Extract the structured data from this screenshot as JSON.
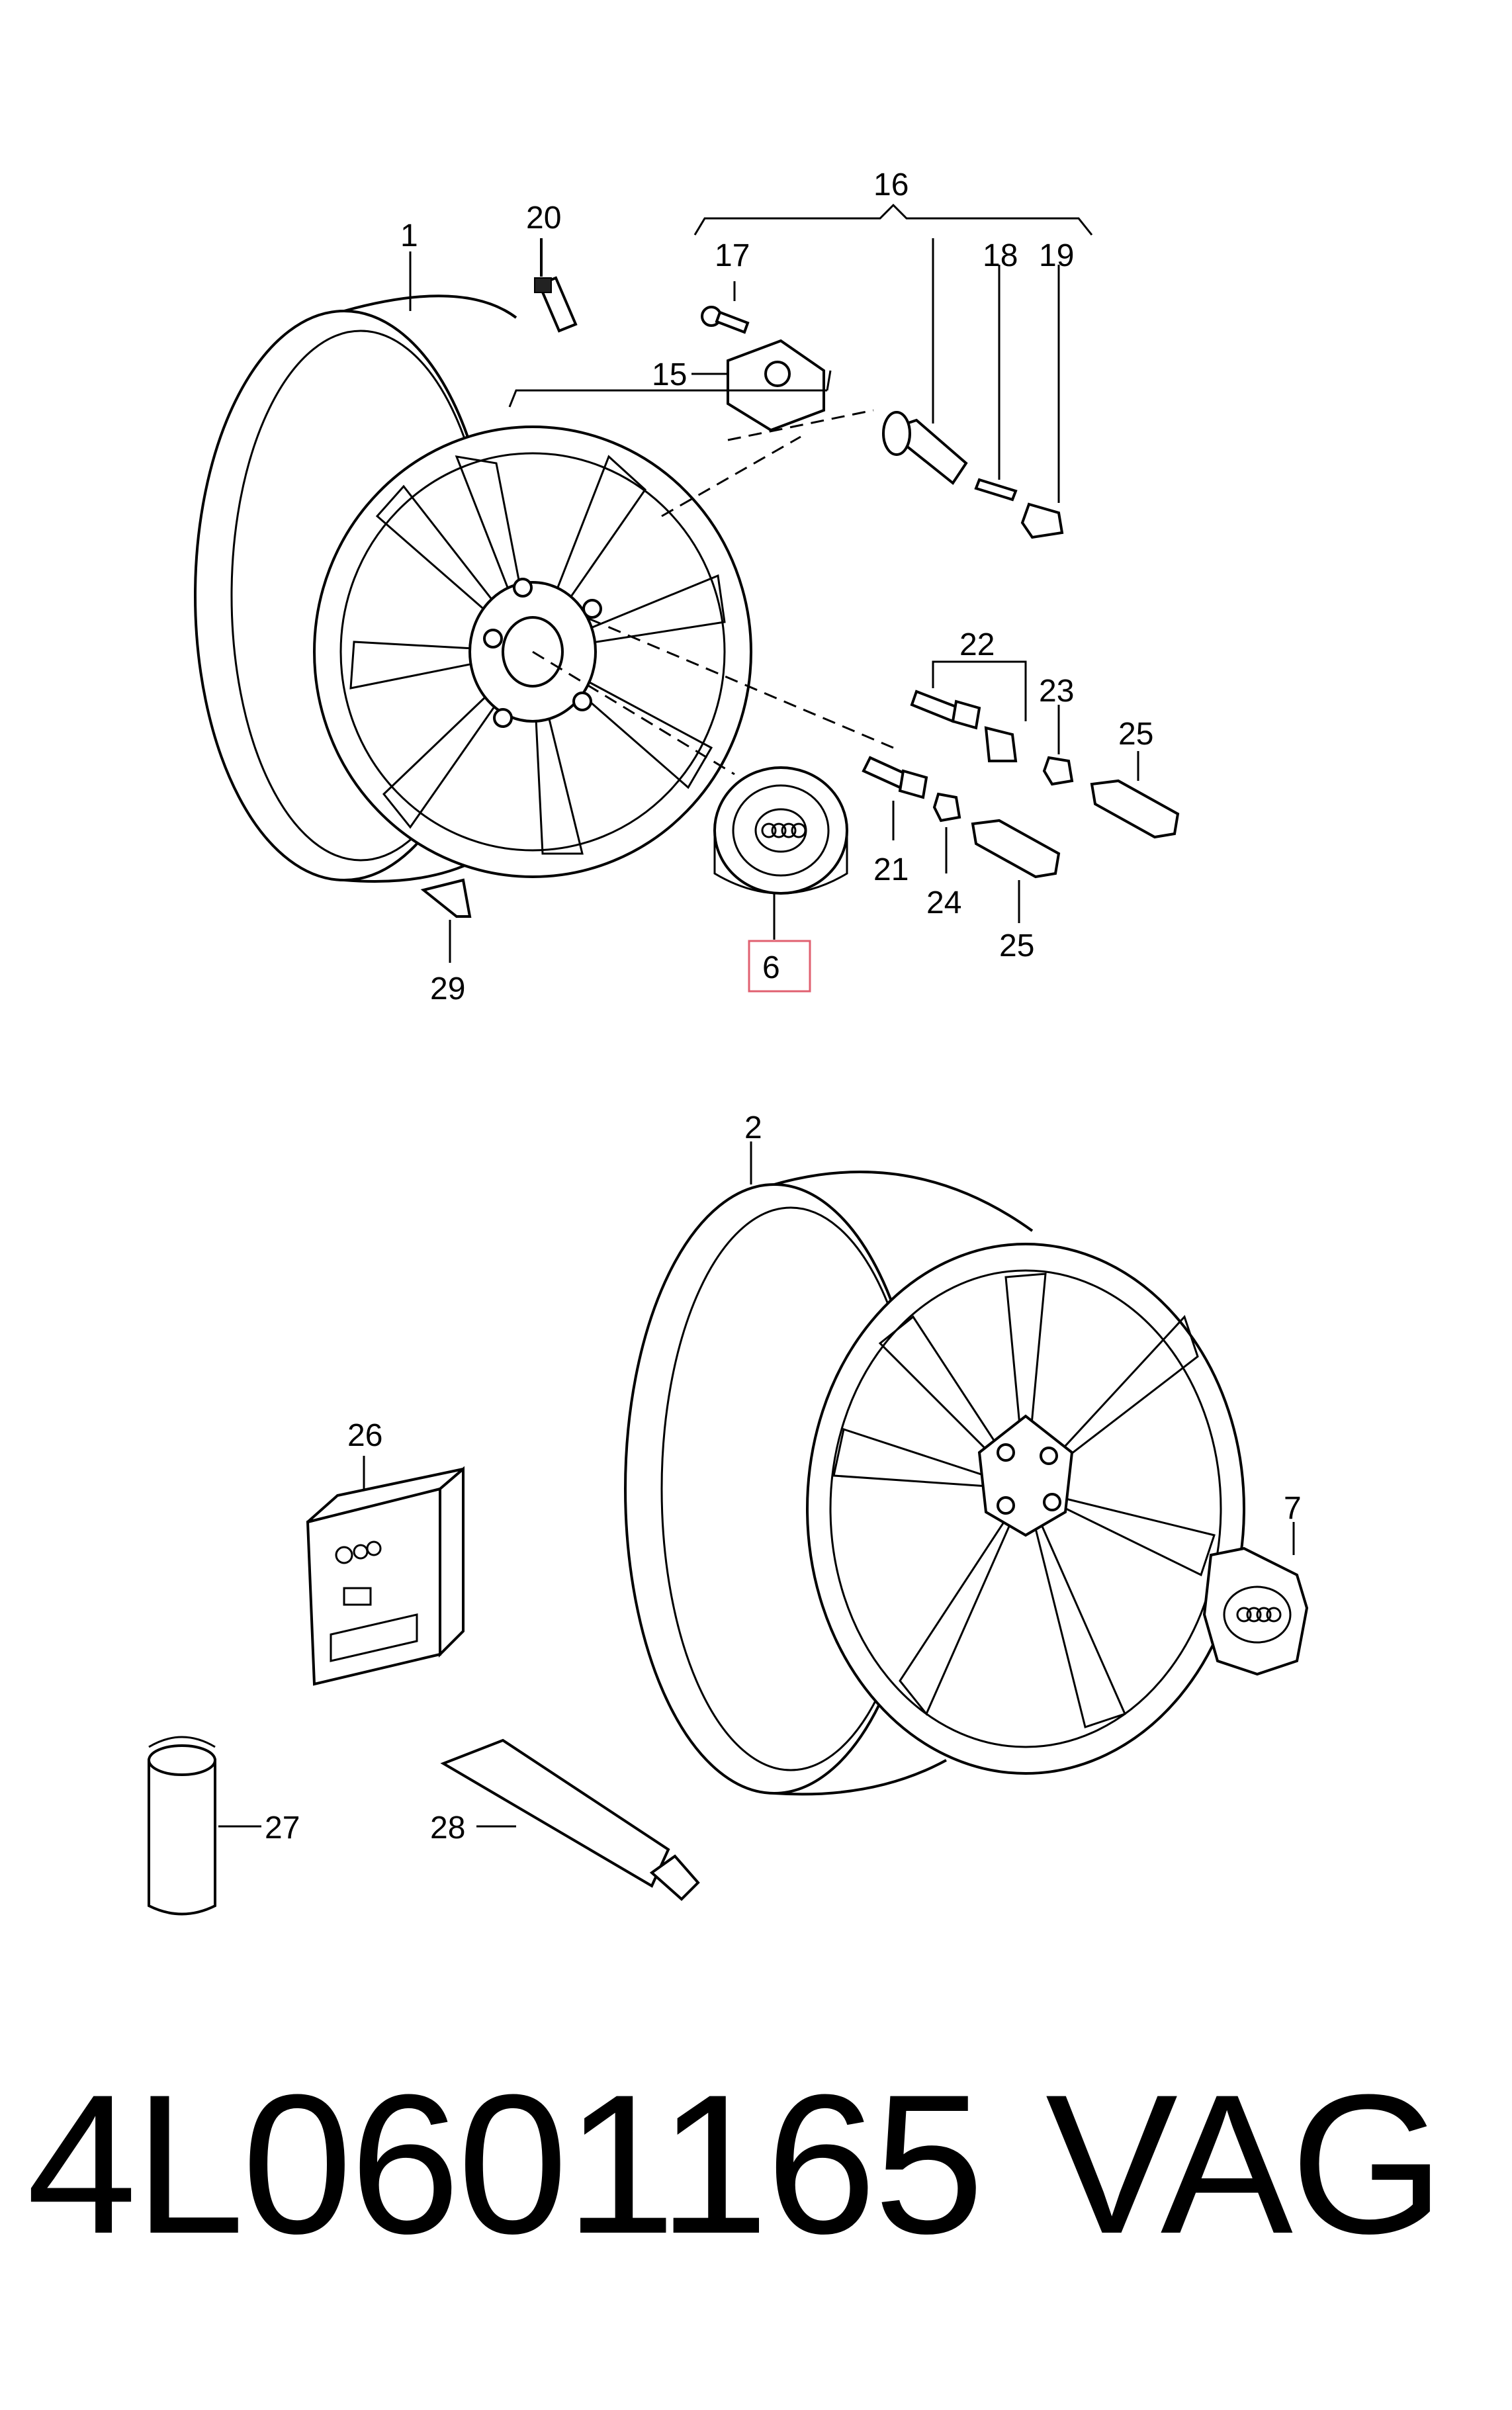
{
  "diagram": {
    "callouts": [
      {
        "id": "1",
        "text": "1"
      },
      {
        "id": "2",
        "text": "2"
      },
      {
        "id": "6",
        "text": "6",
        "highlight": true
      },
      {
        "id": "7",
        "text": "7"
      },
      {
        "id": "15",
        "text": "15"
      },
      {
        "id": "16",
        "text": "16"
      },
      {
        "id": "17",
        "text": "17"
      },
      {
        "id": "18",
        "text": "18"
      },
      {
        "id": "19",
        "text": "19"
      },
      {
        "id": "20",
        "text": "20"
      },
      {
        "id": "21",
        "text": "21"
      },
      {
        "id": "22",
        "text": "22"
      },
      {
        "id": "23",
        "text": "23"
      },
      {
        "id": "24",
        "text": "24"
      },
      {
        "id": "25a",
        "text": "25"
      },
      {
        "id": "25b",
        "text": "25"
      },
      {
        "id": "26",
        "text": "26"
      },
      {
        "id": "27",
        "text": "27"
      },
      {
        "id": "28",
        "text": "28"
      },
      {
        "id": "29",
        "text": "29"
      }
    ],
    "highlight_color": "#e06070"
  },
  "caption": {
    "part_number": "4L0601165",
    "brand": "VAG"
  }
}
